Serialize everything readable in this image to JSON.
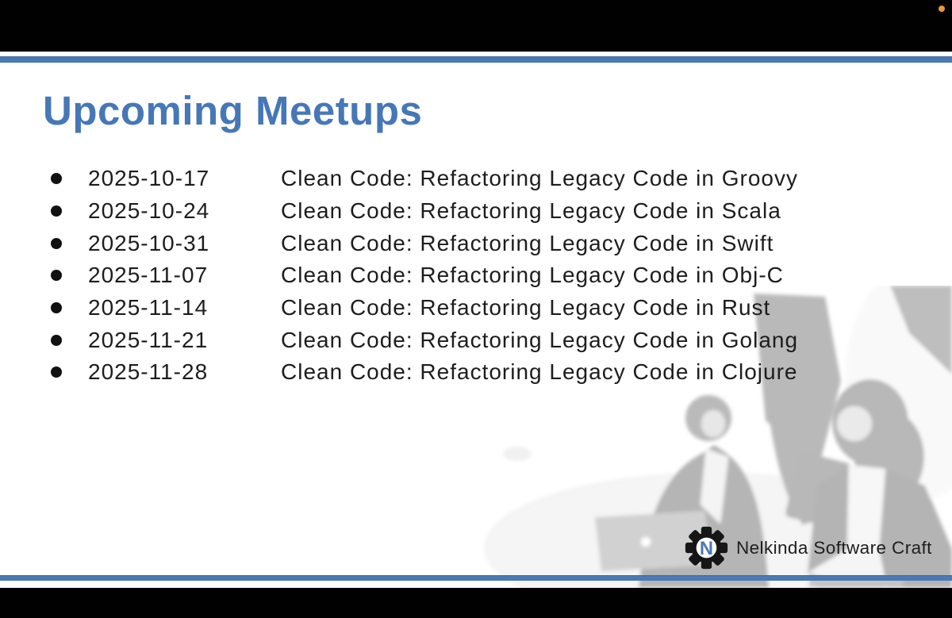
{
  "slide": {
    "title": "Upcoming Meetups"
  },
  "meetups": [
    {
      "date": "2025-10-17",
      "title": "Clean Code: Refactoring Legacy Code in Groovy"
    },
    {
      "date": "2025-10-24",
      "title": "Clean Code: Refactoring Legacy Code in Scala"
    },
    {
      "date": "2025-10-31",
      "title": "Clean Code: Refactoring Legacy Code in Swift"
    },
    {
      "date": "2025-11-07",
      "title": "Clean Code: Refactoring Legacy Code in Obj-C"
    },
    {
      "date": "2025-11-14",
      "title": "Clean Code: Refactoring Legacy Code in Rust"
    },
    {
      "date": "2025-11-21",
      "title": "Clean Code: Refactoring Legacy Code in Golang"
    },
    {
      "date": "2025-11-28",
      "title": "Clean Code: Refactoring Legacy Code in Clojure"
    }
  ],
  "logo": {
    "text": "Nelkinda Software Craft",
    "monogram": "N"
  },
  "icons": {
    "bullet": "filled-circle",
    "record_indicator": "orange-dot",
    "logo_gear": "gear-with-N-monogram"
  },
  "colors": {
    "accent_blue": "#4b79b3",
    "title_blue": "#4677b7",
    "record_orange": "#e8973f",
    "text_dark": "#1d1d1d",
    "bar_black": "#010101"
  }
}
